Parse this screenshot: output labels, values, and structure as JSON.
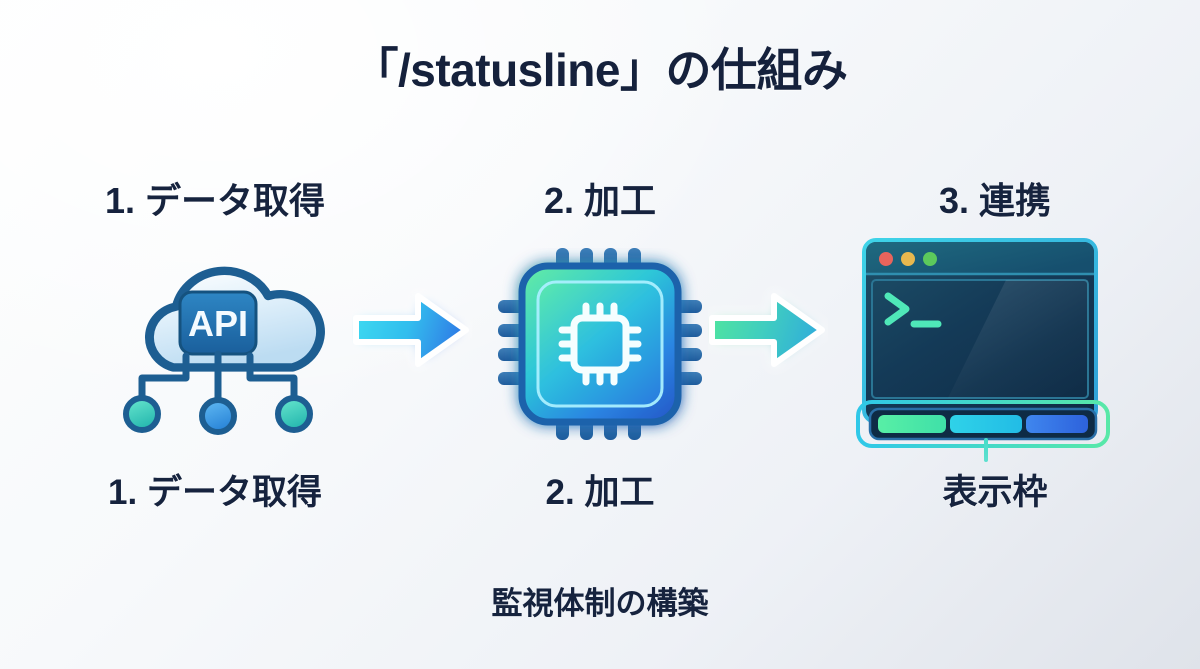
{
  "page": {
    "title": "「/statusline」の仕組み",
    "footer": "監視体制の構築",
    "background_from": "#fdfefe",
    "background_to": "#dfe3ea",
    "text_color": "#16233e"
  },
  "steps": [
    {
      "top_label": "1. データ取得",
      "bottom_label": "1. データ取得",
      "icon": "cloud-api-icon",
      "badge_text": "API",
      "node_colors": [
        "#3fd3c0",
        "#3fa3e8",
        "#3fd3c0"
      ],
      "cloud_color": "#2b7ab5"
    },
    {
      "top_label": "2. 加工",
      "bottom_label": "2. 加工",
      "icon": "cpu-chip-icon",
      "gradient_from": "#44e0a0",
      "gradient_to": "#2b6fe0"
    },
    {
      "top_label": "3. 連携",
      "bottom_label": "表示枠",
      "icon": "terminal-window-icon",
      "prompt_text": ">_",
      "traffic_lights": [
        "#e8645c",
        "#e8b84e",
        "#5cc95c"
      ],
      "statusbar_segments": [
        "#4ee89a",
        "#22c4e8",
        "#3a7ce8"
      ],
      "highlight_color": "#4fe0c4"
    }
  ],
  "arrows": [
    {
      "name": "arrow-step1-to-step2",
      "from_color": "#35d6ee",
      "to_color": "#2f86e8"
    },
    {
      "name": "arrow-step2-to-step3",
      "from_color": "#4ae39a",
      "to_color": "#35b8d8"
    }
  ]
}
